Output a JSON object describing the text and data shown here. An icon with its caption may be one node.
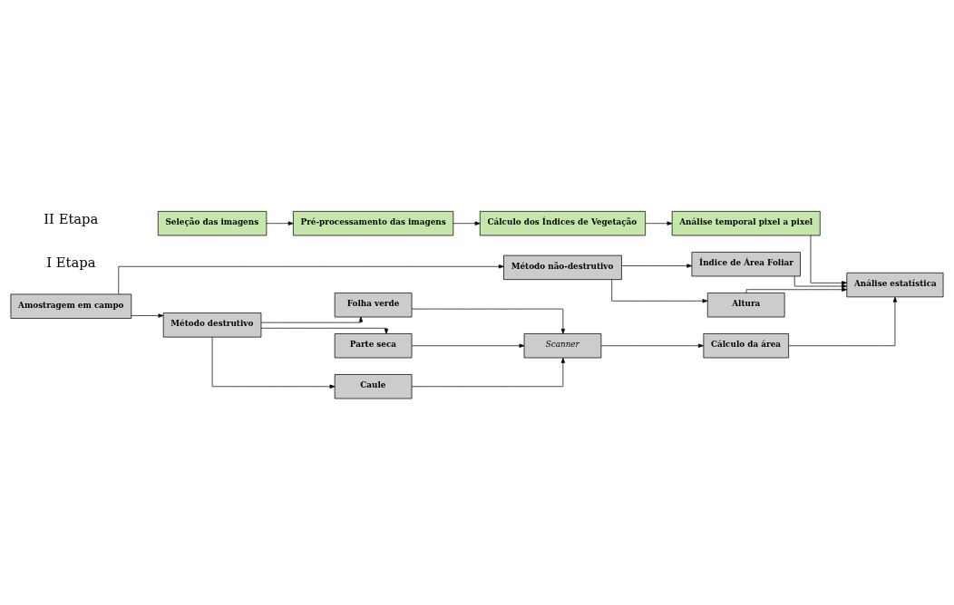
{
  "diagram": {
    "nodes": [
      {
        "text": [
          "Seleção das imagens"
        ]
      },
      {
        "text": [
          "Pré-processamento das imagens"
        ]
      },
      {
        "text": [
          "Cálculo dos Índices de Vegetação"
        ]
      },
      {
        "text": [
          "Análise temporal pixel a pixel"
        ]
      },
      {
        "text": [
          "Análise estatística"
        ]
      },
      {
        "text": [
          "Amostragem em campo"
        ]
      },
      {
        "text": [
          "Método não-destrutivo"
        ]
      },
      {
        "text": [
          "Índice de Área Foliar"
        ]
      },
      {
        "text": [
          "Altura"
        ]
      },
      {
        "text": [
          "Método destrutivo"
        ]
      },
      {
        "text": [
          "Folha verde"
        ]
      },
      {
        "text": [
          "Parte seca"
        ]
      },
      {
        "text": [
          "Caule"
        ]
      },
      {
        "text": [
          "Scanner"
        ]
      },
      {
        "text": [
          "Cálculo da área"
        ]
      }
    ],
    "edges": [
      {
        "from": 0,
        "to": 1,
        "arrow": "to"
      },
      {
        "from": 1,
        "to": 2,
        "arrow": "to"
      },
      {
        "from": 2,
        "to": 3,
        "arrow": "to"
      },
      {
        "from": 3,
        "to": 4,
        "arrow": "to"
      },
      {
        "from": 5,
        "to": 6,
        "arrow": "to"
      },
      {
        "from": 5,
        "to": 9,
        "arrow": "to"
      },
      {
        "from": 6,
        "to": 7,
        "arrow": "to"
      },
      {
        "from": 6,
        "to": 8,
        "arrow": "to"
      },
      {
        "from": 7,
        "to": 4,
        "arrow": "to"
      },
      {
        "from": 8,
        "to": 4,
        "arrow": "to"
      },
      {
        "from": 9,
        "to": 10,
        "arrow": "to"
      },
      {
        "from": 9,
        "to": 11,
        "arrow": "to"
      },
      {
        "from": 9,
        "to": 12,
        "arrow": "to"
      },
      {
        "from": 10,
        "to": 13,
        "arrow": "to"
      },
      {
        "from": 11,
        "to": 13,
        "arrow": "to"
      },
      {
        "from": 12,
        "to": 13,
        "arrow": "to"
      },
      {
        "from": 13,
        "to": 14,
        "arrow": "to"
      },
      {
        "from": 14,
        "to": 4,
        "arrow": "to"
      }
    ],
    "labels": [
      "I Etapa",
      "II Etapa"
    ]
  }
}
